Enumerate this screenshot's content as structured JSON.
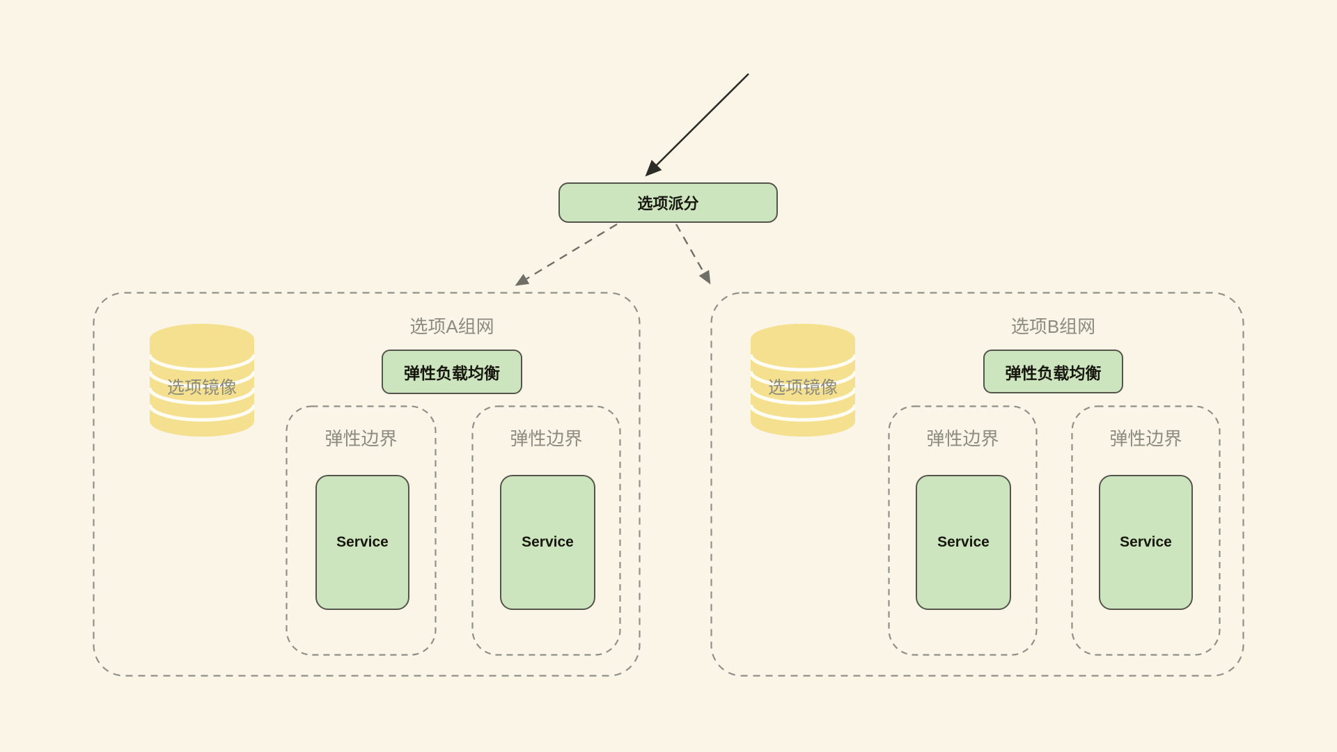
{
  "root_node": {
    "label": "选项派分"
  },
  "groups": [
    {
      "title": "选项A组网",
      "image_store": {
        "label": "选项镜像",
        "icon": "database-cylinder"
      },
      "load_balancer": {
        "label": "弹性负载均衡"
      },
      "boundaries": [
        {
          "label": "弹性边界",
          "service": {
            "label": "Service"
          }
        },
        {
          "label": "弹性边界",
          "service": {
            "label": "Service"
          }
        }
      ]
    },
    {
      "title": "选项B组网",
      "image_store": {
        "label": "选项镜像",
        "icon": "database-cylinder"
      },
      "load_balancer": {
        "label": "弹性负载均衡"
      },
      "boundaries": [
        {
          "label": "弹性边界",
          "service": {
            "label": "Service"
          }
        },
        {
          "label": "弹性边界",
          "service": {
            "label": "Service"
          }
        }
      ]
    }
  ],
  "colors": {
    "background": "#FAF5E6",
    "node_fill": "#CDE5BE",
    "node_border": "#54544C",
    "dashed_border": "#90908A",
    "cylinder_fill": "#F4E08F",
    "muted_text": "#8C8C80",
    "dark_text": "#17170F",
    "solid_arrow": "#2B2B27",
    "dashed_arrow": "#6F6F68"
  }
}
